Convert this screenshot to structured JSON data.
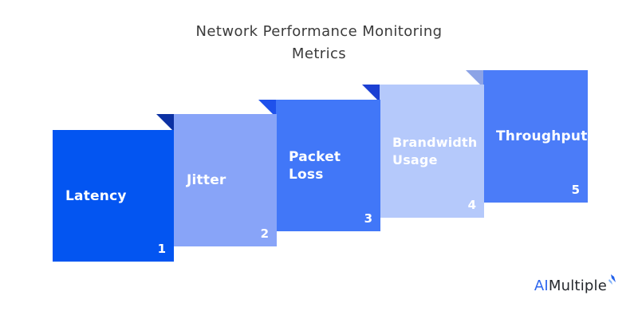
{
  "title": {
    "line1": "Network Performance Monitoring",
    "line2": "Metrics"
  },
  "cards": [
    {
      "label": "Latency",
      "number": "1",
      "color": "#0355F1"
    },
    {
      "label": "Jitter",
      "number": "2",
      "color": "#88A4F8",
      "fold_color": "#0C31A3"
    },
    {
      "label": "Packet Loss",
      "number": "3",
      "color": "#4177F8",
      "fold_color": "#1F51EB"
    },
    {
      "label": "Brandwidth Usage",
      "number": "4",
      "color": "#B5C9FB",
      "fold_color": "#1C40D3"
    },
    {
      "label": "Throughput",
      "number": "5",
      "color": "#4B7CF8",
      "fold_color": "#8CA3E6"
    }
  ],
  "logo": {
    "prefix": "AI",
    "suffix": "Multiple",
    "prefix_color": "#2E66EE",
    "suffix_color": "#24272C",
    "spark_icon": "spark-bolt-icon",
    "spark_main_color": "#2563EB",
    "spark_light_color": "#7FB0F8"
  },
  "colors": {
    "background": "#FFFFFF",
    "title_text": "#3B3B3B",
    "card_text": "#FFFFFF"
  }
}
